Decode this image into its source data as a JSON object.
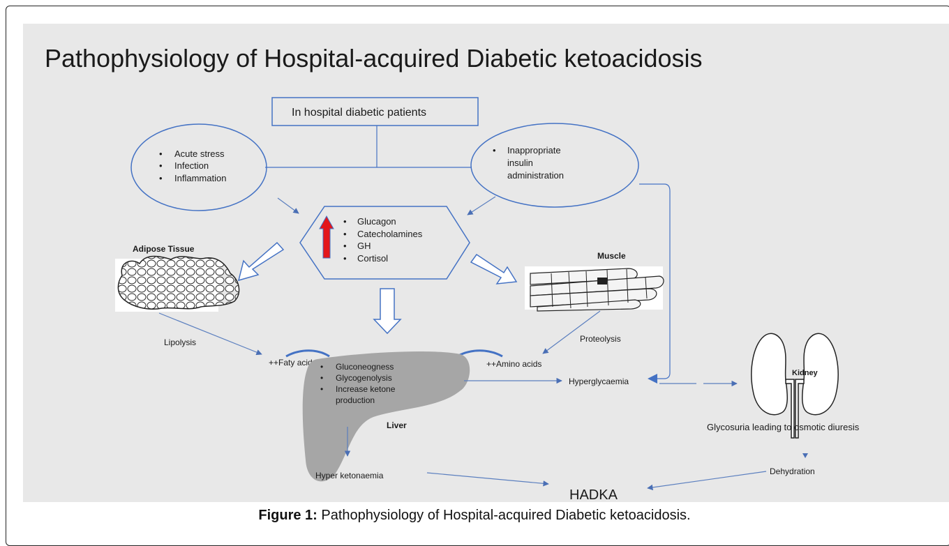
{
  "diagram": {
    "title": "Pathophysiology of Hospital-acquired Diabetic ketoacidosis",
    "top_box": "In hospital diabetic patients",
    "left_ellipse": [
      "Acute stress",
      "Infection",
      "Inflammation"
    ],
    "right_ellipse": [
      "Inappropriate",
      "insulin",
      "administration"
    ],
    "hormones": [
      "Glucagon",
      "Catecholamines",
      "GH",
      "Cortisol"
    ],
    "adipose_label": "Adipose Tissue",
    "muscle_label": "Muscle",
    "lipolysis": "Lipolysis",
    "fatty_acids": "++Faty acids",
    "proteolysis": "Proteolysis",
    "amino_acids": "++Amino acids",
    "liver_items": [
      "Gluconeogness",
      "Glycogenolysis",
      "Increase ketone",
      "production"
    ],
    "liver_label": "Liver",
    "hyperglycaemia": "Hyperglycaemia",
    "kidney_label": "Kidney",
    "glycosuria": "Glycosuria  leading to osmotic diuresis",
    "dehydration": "Dehydration",
    "hyper_ketonaemia": "Hyper ketonaemia",
    "hadka": "HADKA"
  },
  "caption": {
    "label": "Figure 1:",
    "text": " Pathophysiology of Hospital-acquired Diabetic ketoacidosis."
  },
  "colors": {
    "outline": "#4472c4",
    "arrow": "#5b7fbf",
    "up_arrow": "#e3161b",
    "liver": "#a6a6a6",
    "panel": "#e8e8e8"
  }
}
